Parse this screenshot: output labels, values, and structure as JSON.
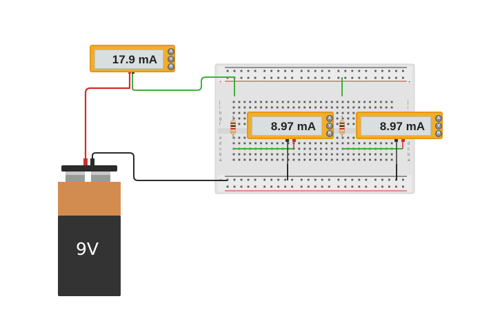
{
  "meters": [
    {
      "id": "main",
      "reading": "17.9 mA",
      "knobs": [
        "A",
        "V",
        "R"
      ]
    },
    {
      "id": "branch-1",
      "reading": "8.97 mA",
      "knobs": [
        "A",
        "V",
        "R"
      ]
    },
    {
      "id": "branch-2",
      "reading": "8.97 mA",
      "knobs": [
        "A",
        "V",
        "R"
      ]
    }
  ],
  "battery": {
    "label": "9V"
  },
  "breadboard": {
    "row_letters_top": [
      "j",
      "i",
      "h",
      "g",
      "f"
    ],
    "row_letters_bottom": [
      "e",
      "d",
      "c",
      "b",
      "a"
    ],
    "column_count": 30
  },
  "colors": {
    "wire_red": "#d22b2b",
    "wire_green": "#3fae3f",
    "wire_black": "#2a2a2a",
    "meter_body": "#f2ad2d",
    "battery_top": "#d38c50",
    "battery_body": "#333333"
  }
}
